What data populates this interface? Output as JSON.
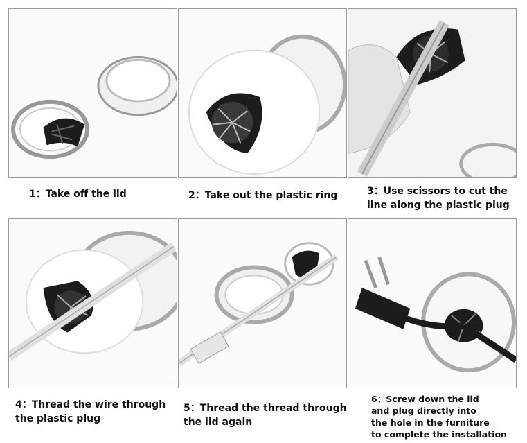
{
  "steps": [
    {
      "caption": "1：Take off the lid"
    },
    {
      "caption": "2：Take out the plastic ring"
    },
    {
      "caption": "3：Use scissors to cut the\nline along the plastic plug"
    },
    {
      "caption": "4：Thread the wire through\nthe plastic plug"
    },
    {
      "caption": "5：Thread the thread through\nthe lid again"
    },
    {
      "caption": "6：Screw down the lid\nand plug directly into\nthe hole in the furniture\nto complete the installation"
    }
  ],
  "colors": {
    "plug": "#1c1c1c",
    "ring": "#e6e6e6",
    "border": "#9a9a9a"
  }
}
